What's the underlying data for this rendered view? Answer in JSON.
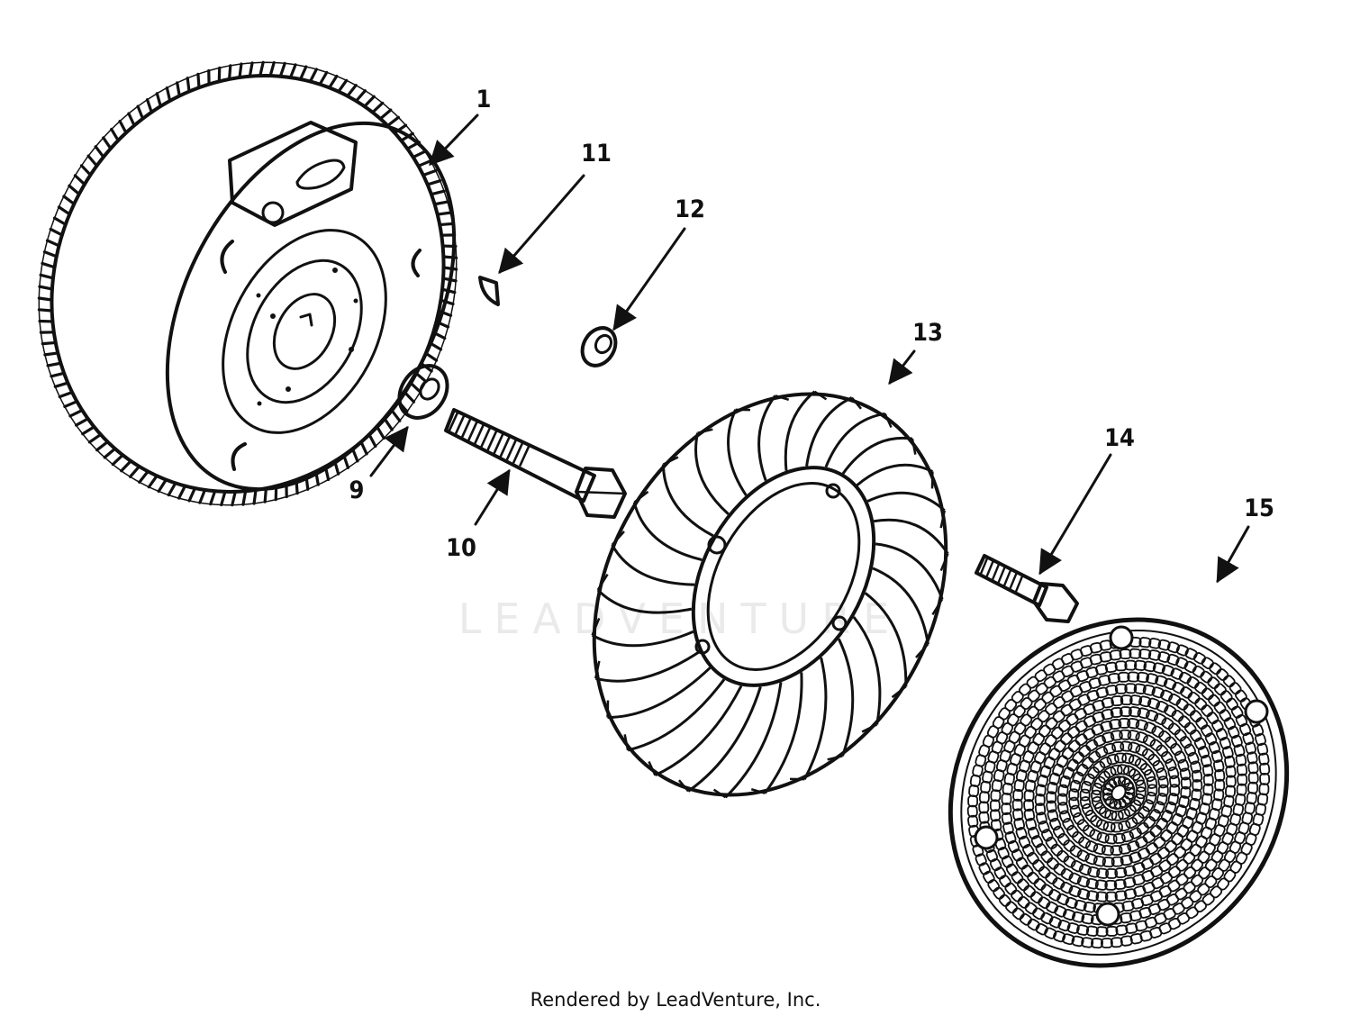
{
  "parts": [
    {
      "id": "1",
      "name": "flywheel"
    },
    {
      "id": "9",
      "name": "washer"
    },
    {
      "id": "10",
      "name": "bolt"
    },
    {
      "id": "11",
      "name": "woodruff key"
    },
    {
      "id": "12",
      "name": "spacer"
    },
    {
      "id": "13",
      "name": "fan"
    },
    {
      "id": "14",
      "name": "screw"
    },
    {
      "id": "15",
      "name": "screen"
    }
  ],
  "watermark": "LEADVENTURE",
  "credit": "Rendered by LeadVenture, Inc."
}
